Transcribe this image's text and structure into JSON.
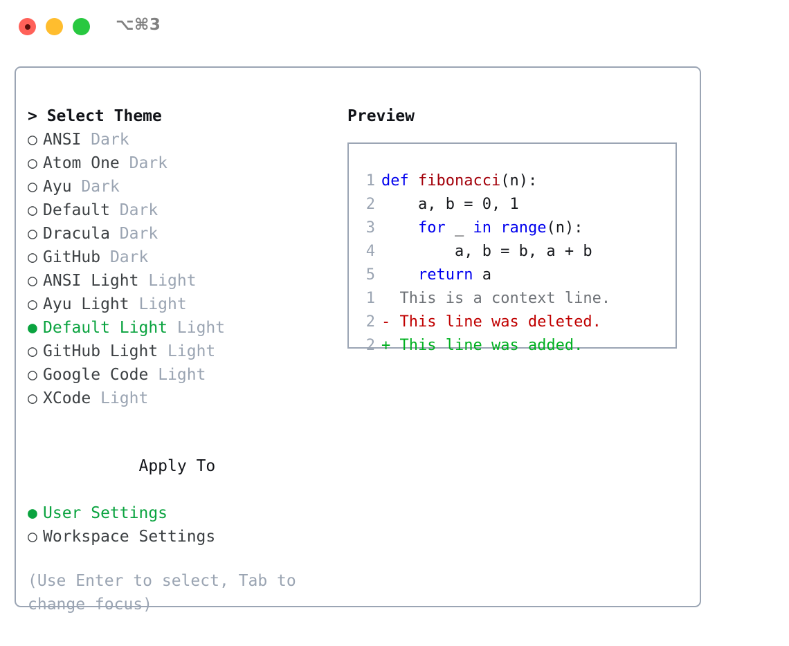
{
  "window": {
    "shortcut": "⌥⌘3",
    "traffic_lights": [
      {
        "name": "close",
        "color": "#ff6159"
      },
      {
        "name": "minimize",
        "color": "#ffbd2e"
      },
      {
        "name": "maximize",
        "color": "#28c840"
      }
    ]
  },
  "theme_picker": {
    "header": "> Select Theme",
    "marker_selected": "●",
    "marker_unselected": "○",
    "options": [
      {
        "marker": "○",
        "name": "ANSI",
        "kind": "Dark",
        "selected": false
      },
      {
        "marker": "○",
        "name": "Atom One",
        "kind": "Dark",
        "selected": false
      },
      {
        "marker": "○",
        "name": "Ayu",
        "kind": "Dark",
        "selected": false
      },
      {
        "marker": "○",
        "name": "Default",
        "kind": "Dark",
        "selected": false
      },
      {
        "marker": "○",
        "name": "Dracula",
        "kind": "Dark",
        "selected": false
      },
      {
        "marker": "○",
        "name": "GitHub",
        "kind": "Dark",
        "selected": false
      },
      {
        "marker": "○",
        "name": "ANSI Light",
        "kind": "Light",
        "selected": false
      },
      {
        "marker": "○",
        "name": "Ayu Light",
        "kind": "Light",
        "selected": false
      },
      {
        "marker": "●",
        "name": "Default Light",
        "kind": "Light",
        "selected": true
      },
      {
        "marker": "○",
        "name": "GitHub Light",
        "kind": "Light",
        "selected": false
      },
      {
        "marker": "○",
        "name": "Google Code",
        "kind": "Light",
        "selected": false
      },
      {
        "marker": "○",
        "name": "XCode",
        "kind": "Light",
        "selected": false
      }
    ]
  },
  "apply_to": {
    "heading": "Apply To",
    "options": [
      {
        "marker": "●",
        "name": "User Settings",
        "selected": true
      },
      {
        "marker": "○",
        "name": "Workspace Settings",
        "selected": false
      }
    ]
  },
  "hint": "(Use Enter to select, Tab to change focus)",
  "preview": {
    "title": "Preview",
    "code_lines": [
      {
        "no": "1",
        "tokens": [
          {
            "t": "def ",
            "c": "kw"
          },
          {
            "t": "fibonacci",
            "c": "fn"
          },
          {
            "t": "(n):",
            "c": "plain"
          }
        ]
      },
      {
        "no": "2",
        "tokens": [
          {
            "t": "    a, b = 0, 1",
            "c": "plain"
          }
        ]
      },
      {
        "no": "3",
        "tokens": [
          {
            "t": "    ",
            "c": "plain"
          },
          {
            "t": "for",
            "c": "kw"
          },
          {
            "t": " _ ",
            "c": "plain"
          },
          {
            "t": "in",
            "c": "kw"
          },
          {
            "t": " ",
            "c": "plain"
          },
          {
            "t": "range",
            "c": "kw"
          },
          {
            "t": "(n):",
            "c": "plain"
          }
        ]
      },
      {
        "no": "4",
        "tokens": [
          {
            "t": "        a, b = b, a + b",
            "c": "plain"
          }
        ]
      },
      {
        "no": "5",
        "tokens": [
          {
            "t": "    ",
            "c": "plain"
          },
          {
            "t": "return",
            "c": "kw"
          },
          {
            "t": " a",
            "c": "plain"
          }
        ]
      }
    ],
    "diff_lines": [
      {
        "no": "1",
        "sign": " ",
        "text": "This is a context line.",
        "kind": "ctx"
      },
      {
        "no": "2",
        "sign": "-",
        "text": "This line was deleted.",
        "kind": "del"
      },
      {
        "no": "2",
        "sign": "+",
        "text": "This line was added.",
        "kind": "add"
      }
    ]
  },
  "colors": {
    "accent_green": "#0aa33f",
    "muted": "#9aa4b2",
    "border": "#9ba5b4",
    "keyword": "#0000ee",
    "function": "#a3000a",
    "diff_added": "#00b020",
    "diff_deleted": "#c00000"
  }
}
